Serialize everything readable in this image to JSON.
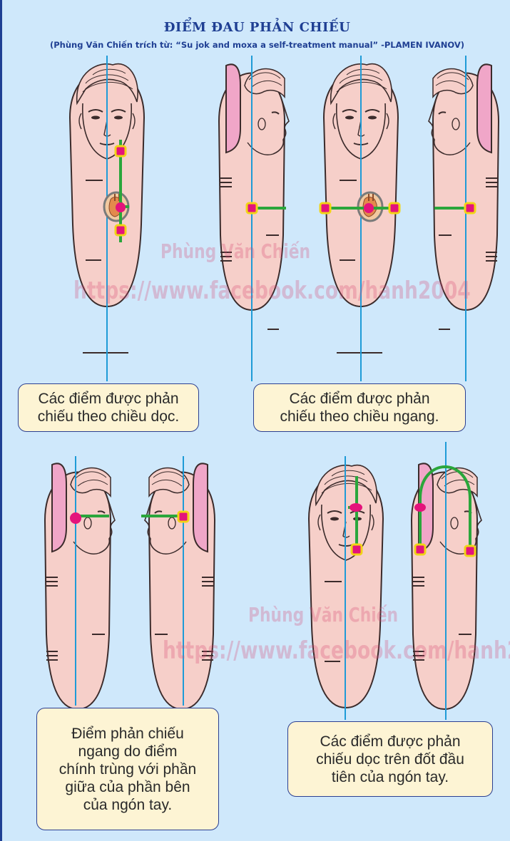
{
  "title": "ĐIỂM ĐAU PHẢN CHIẾU",
  "subtitle": "(Phùng Văn Chiến trích từ: “Su jok and moxa a self-treatment manual” -PLAMEN IVANOV)",
  "captions": {
    "vertical": "Các điểm được phản\nchiếu theo chiều dọc.",
    "horizontal": "Các điểm được phản\nchiếu theo chiều ngang.",
    "lateral": "Điểm phản chiếu\nngang do điểm\nchính trùng với phần\ngiữa của phần bên\ncủa ngón tay.",
    "first_phalanx": "Các điểm được phản\nchiếu dọc trên đốt đầu\ntiên của ngón tay."
  },
  "watermark": {
    "name": "Phùng Văn Chiến",
    "url": "https://www.facebook.com/hanh2004"
  },
  "colors": {
    "background": "#cfe8fb",
    "title": "#1f3f93",
    "finger_fill": "#f6cfc9",
    "nail_fill": "#f0a6c8",
    "axis_line": "#1e9bd7",
    "link_line": "#2aa63b",
    "main_point": "#e4137b",
    "mirror_point": "#f2d416",
    "caption_bg": "#fdf4d4",
    "caption_border": "#2b3f91"
  },
  "icons": [
    "finger-front-view-icon",
    "finger-side-view-icon",
    "fingernail-icon",
    "heart-icon"
  ]
}
